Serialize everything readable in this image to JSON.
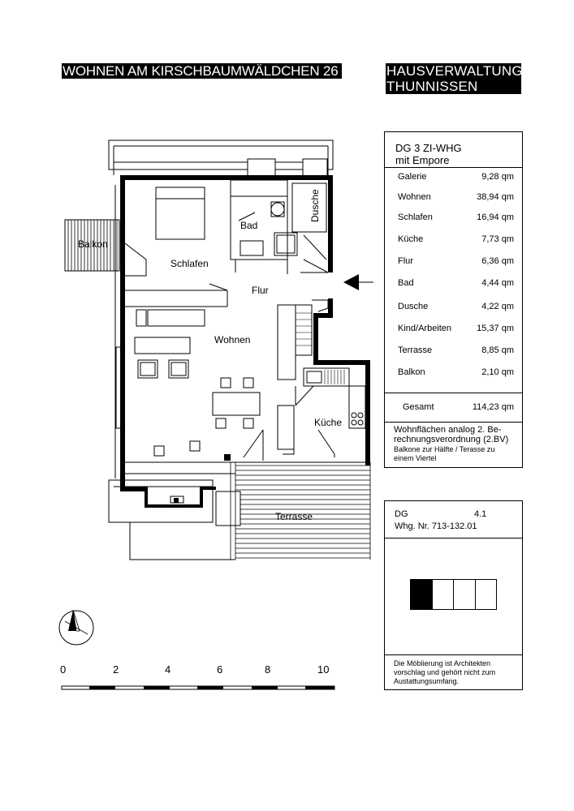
{
  "header": {
    "address": "WOHNEN AM KIRSCHBAUMWÄLDCHEN 26",
    "company_line1": "HAUSVERWALTUNG",
    "company_line2": "THUNNISSEN"
  },
  "rooms": {
    "balkon": "Balkon",
    "bad": "Bad",
    "dusche": "Dusche",
    "schlafen": "Schlafen",
    "flur": "Flur",
    "wohnen": "Wohnen",
    "kueche": "Küche",
    "terrasse": "Terrasse"
  },
  "area_table": {
    "title_line1": "DG  3 ZI-WHG",
    "title_line2": "mit Empore",
    "rows": [
      {
        "name": "Galerie",
        "value": "9,28 qm"
      },
      {
        "name": "Wohnen",
        "value": "38,94 qm"
      },
      {
        "name": "Schlafen",
        "value": "16,94 qm"
      },
      {
        "name": "Küche",
        "value": "7,73 qm"
      },
      {
        "name": "Flur",
        "value": "6,36 qm"
      },
      {
        "name": "Bad",
        "value": "4,44 qm"
      },
      {
        "name": "Dusche",
        "value": "4,22 qm"
      },
      {
        "name": "Kind/Arbeiten",
        "value": "15,37 qm"
      },
      {
        "name": "Terrasse",
        "value": "8,85 qm"
      },
      {
        "name": "Balkon",
        "value": "2,10 qm"
      }
    ],
    "total_label": "Gesamt",
    "total_value": "114,23 qm",
    "note_line1": "Wohnflächen analog 2. Be-",
    "note_line2": "rechnungsverordnung (2.BV)",
    "note_small_line1": "Balkone zur Hälfte / Terasse zu",
    "note_small_line2": "einem Viertel"
  },
  "unit_info": {
    "floor": "DG",
    "number": "4.1",
    "flat_number": "Whg. Nr.  713-132.01",
    "note_line1": "Die Möblierung ist Architekten",
    "note_line2": "vorschlag und gehört nicht zum",
    "note_line3": "Austattungsumfang.",
    "floor_indicator": {
      "count": 4,
      "active_index": 0
    }
  },
  "scale": {
    "labels": [
      "0",
      "2",
      "4",
      "6",
      "8",
      "10"
    ]
  }
}
